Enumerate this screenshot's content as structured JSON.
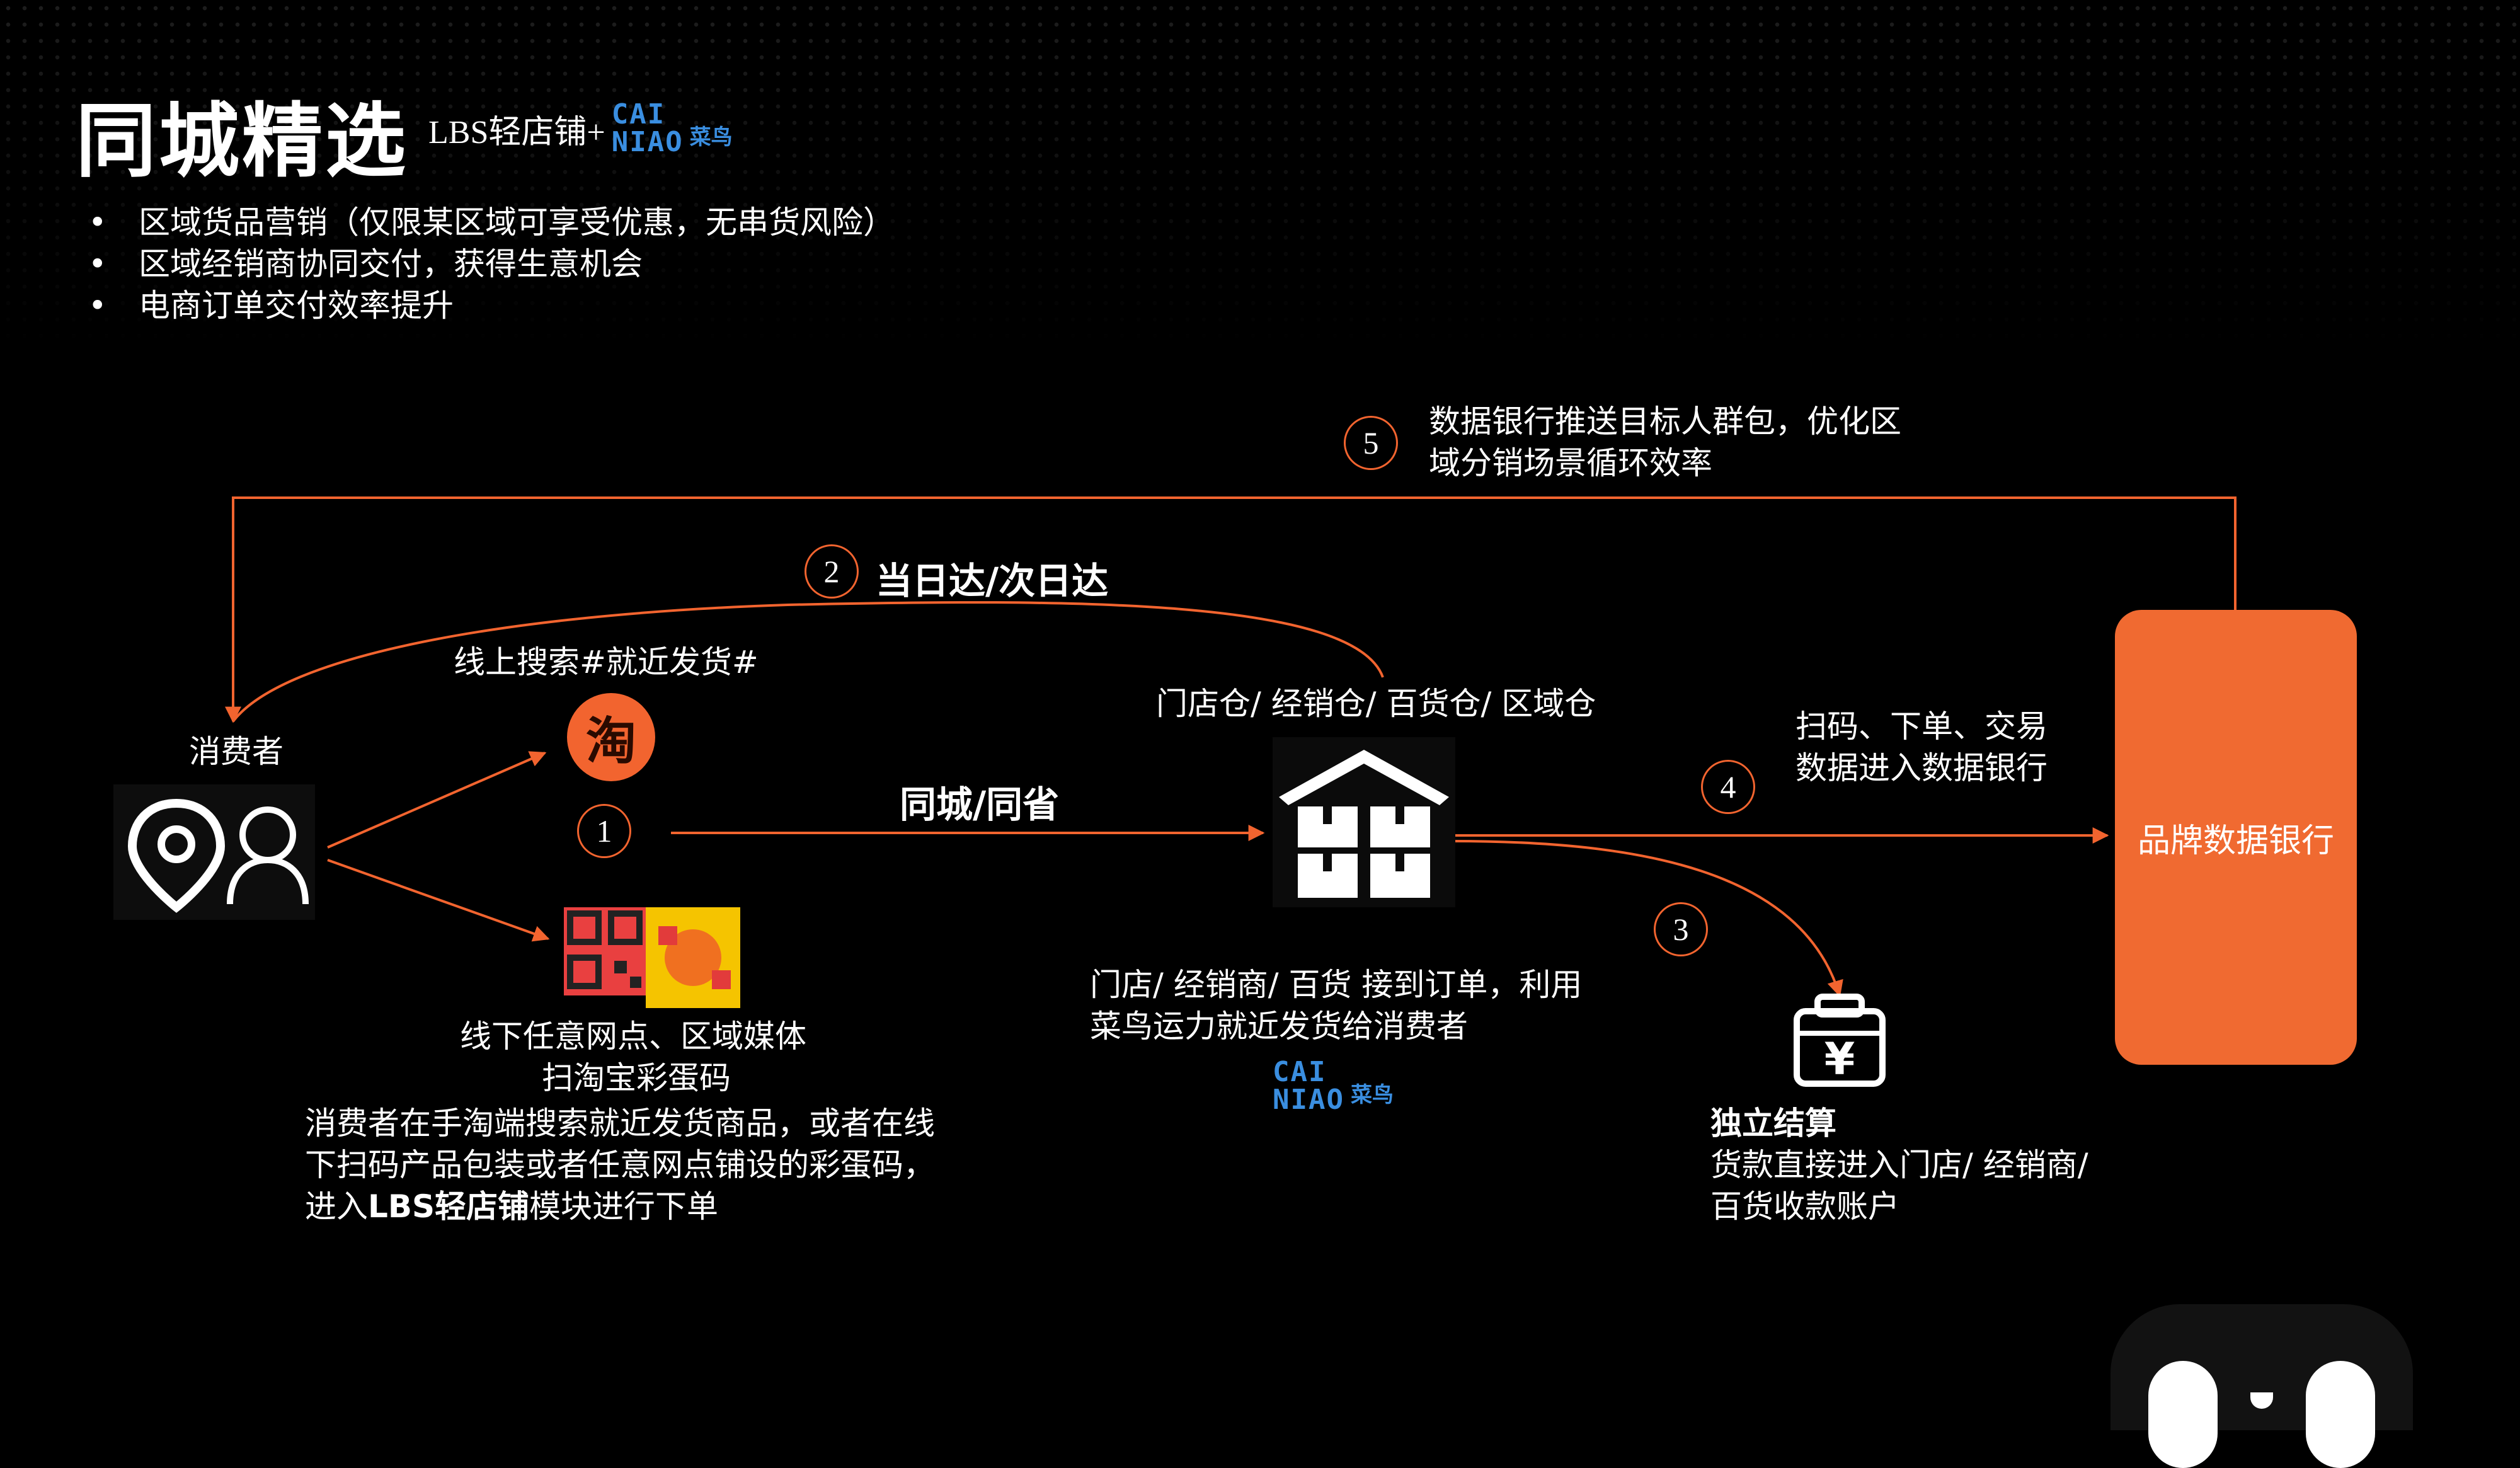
{
  "header": {
    "title": "同城精选",
    "subtitle": "LBS轻店铺+",
    "logo_top": "CAI",
    "logo_bottom": "NIAO",
    "logo_cn": "菜鸟"
  },
  "bullets": [
    "区域货品营销（仅限某区域可享受优惠，无串货风险）",
    "区域经销商协同交付，获得生意机会",
    "电商订单交付效率提升"
  ],
  "bullet_symbol": "•",
  "consumer": {
    "label": "消费者"
  },
  "online": {
    "label": "线上搜索#就近发货#",
    "app_glyph": "淘"
  },
  "offline": {
    "line1": "线下任意网点、区域媒体",
    "line2": "扫淘宝彩蛋码"
  },
  "consumer_desc": {
    "line1": "消费者在手淘端搜索就近发货商品，或者在线",
    "line2": "下扫码产品包装或者任意网点铺设的彩蛋码，",
    "line3_pre": "进入",
    "line3_bold": "LBS轻店铺",
    "line3_post": "模块进行下单"
  },
  "steps": {
    "s1": {
      "number": "1",
      "label": "同城/同省"
    },
    "s2": {
      "number": "2",
      "label": "当日达/次日达"
    },
    "s3": {
      "number": "3"
    },
    "s4": {
      "number": "4",
      "line1": "扫码、下单、交易",
      "line2": "数据进入数据银行"
    },
    "s5": {
      "number": "5",
      "line1": "数据银行推送目标人群包，优化区",
      "line2": "域分销场景循环效率"
    }
  },
  "warehouse": {
    "label": "门店仓/ 经销仓/ 百货仓/ 区域仓",
    "desc1": "门店/ 经销商/ 百货 接到订单，利用",
    "desc2": "菜鸟运力就近发货给消费者"
  },
  "settlement": {
    "title": "独立结算",
    "line1": "货款直接进入门店/ 经销商/",
    "line2": "百货收款账户",
    "icon_glyph": "¥"
  },
  "brand_bank": {
    "label": "品牌数据银行"
  },
  "colors": {
    "accent": "#f06a31",
    "line": "#f2642f",
    "logo": "#3a8ee0"
  }
}
